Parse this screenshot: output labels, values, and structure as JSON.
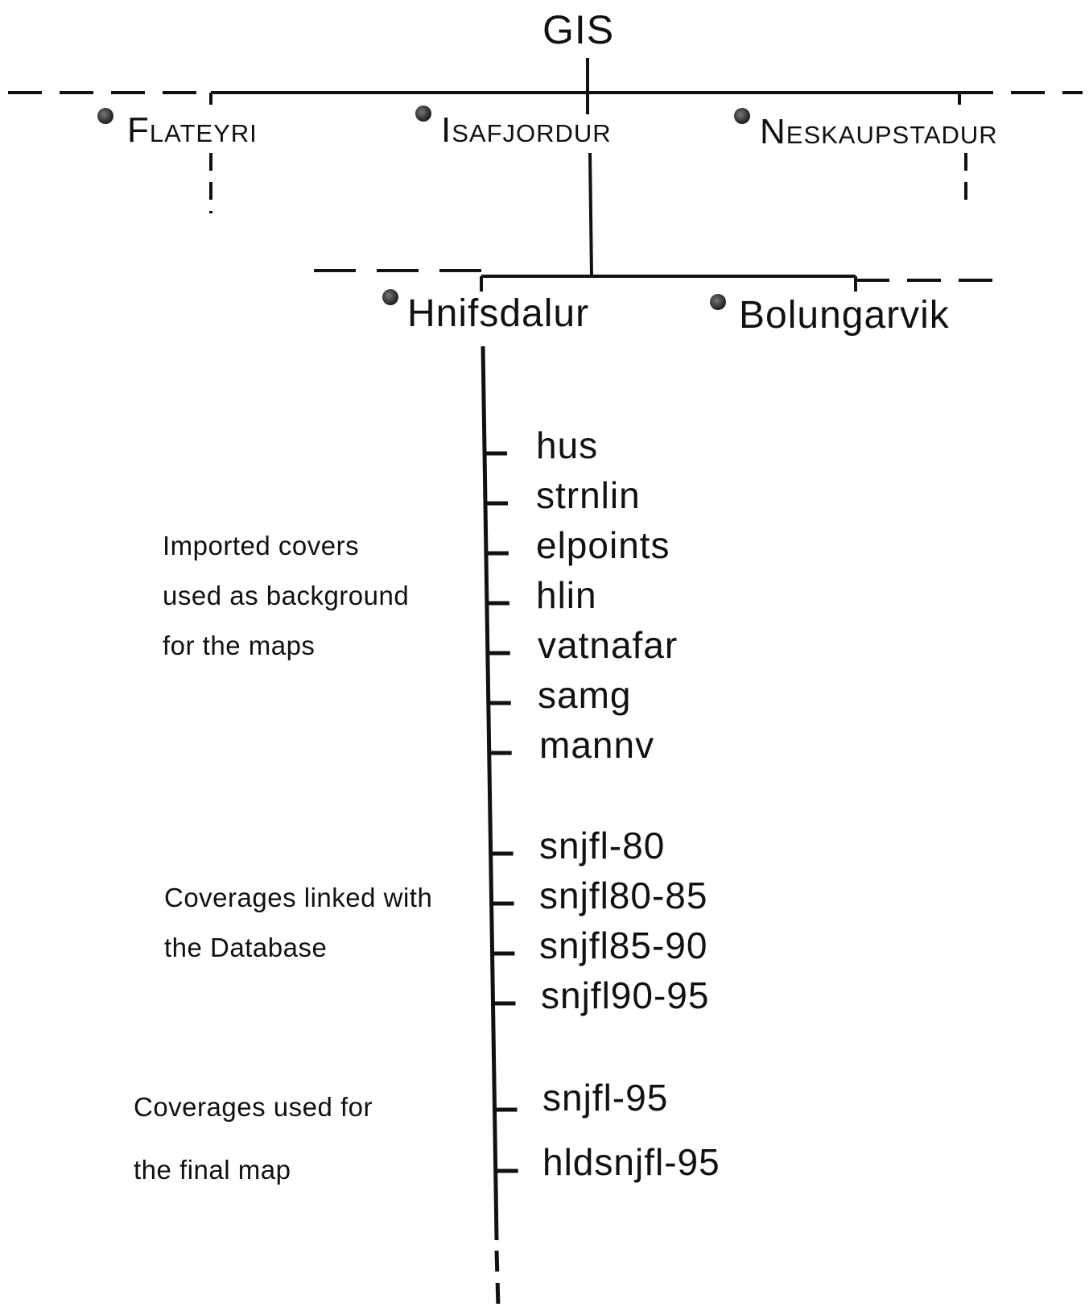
{
  "root": "GIS",
  "level1": [
    "Flateyri",
    "Isafjordur",
    "Neskaupstadur"
  ],
  "level2": [
    "Hnifsdalur",
    "Bolungarvik"
  ],
  "groups": [
    {
      "note": [
        "Imported covers",
        "used as background",
        "for the maps"
      ],
      "covers": [
        "hus",
        "strnlin",
        "elpoints",
        "hlin",
        "vatnafar",
        "samg",
        "mannv"
      ]
    },
    {
      "note": [
        "Coverages linked with",
        "the Database"
      ],
      "covers": [
        "snjfl-80",
        "snjfl80-85",
        "snjfl85-90",
        "snjfl90-95"
      ]
    },
    {
      "note": [
        "Coverages used for",
        "the final map"
      ],
      "covers": [
        "snjfl-95",
        "hldsnjfl-95"
      ]
    }
  ],
  "colors": {
    "ink": "#111111",
    "background": "#ffffff"
  }
}
